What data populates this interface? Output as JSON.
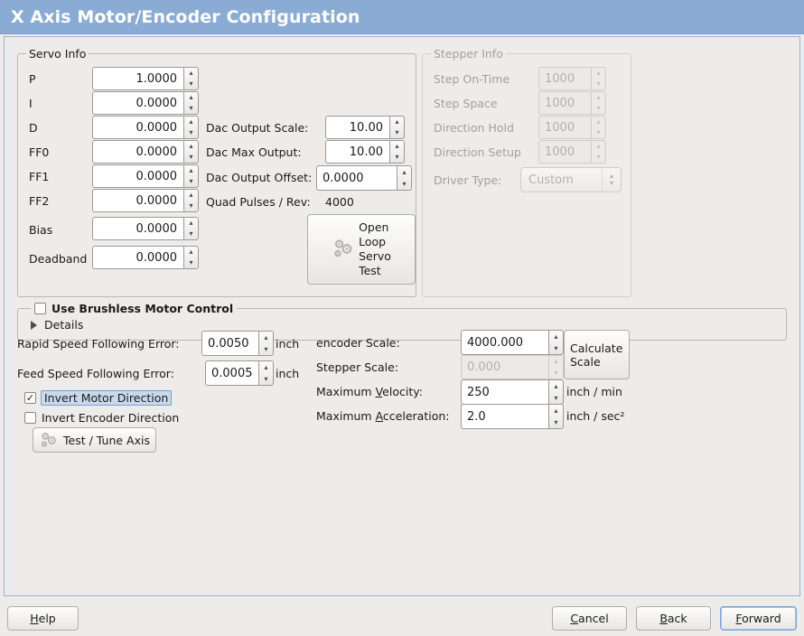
{
  "window": {
    "title": "X Axis Motor/Encoder Configuration",
    "title_bg": "#8aabd4",
    "body_bg": "#edecea",
    "frame_border": "#9ab4d4"
  },
  "servo_info": {
    "legend": "Servo Info",
    "rows": [
      {
        "label": "P",
        "value": "1.0000"
      },
      {
        "label": "I",
        "value": "0.0000"
      },
      {
        "label": "D",
        "value": "0.0000"
      },
      {
        "label": "FF0",
        "value": "0.0000"
      },
      {
        "label": "FF1",
        "value": "0.0000"
      },
      {
        "label": "FF2",
        "value": "0.0000"
      },
      {
        "label": "Bias",
        "value": "0.0000"
      },
      {
        "label": "Deadband",
        "value": "0.0000"
      }
    ],
    "dac": [
      {
        "label": "Dac Output Scale:",
        "value": "10.00"
      },
      {
        "label": "Dac Max Output:",
        "value": "10.00"
      },
      {
        "label": "Dac Output Offset:",
        "value": "0.0000"
      }
    ],
    "quad": {
      "label": "Quad Pulses / Rev:",
      "value": "4000"
    },
    "open_loop_button": {
      "lines": [
        "Open",
        "Loop",
        "Servo",
        "Test"
      ],
      "icon": "gears-icon"
    }
  },
  "stepper_info": {
    "legend": "Stepper Info",
    "disabled": true,
    "rows": [
      {
        "label": "Step On-Time",
        "value": "1000"
      },
      {
        "label": "Step Space",
        "value": "1000"
      },
      {
        "label": "Direction Hold",
        "value": "1000"
      },
      {
        "label": "Direction Setup",
        "value": "1000"
      }
    ],
    "driver_type": {
      "label": "Driver Type:",
      "value": "Custom"
    }
  },
  "brushless": {
    "checkbox_label": "Use Brushless Motor Control",
    "checked": false,
    "details_label": "Details",
    "expanded": false
  },
  "tuning": {
    "rapid_error": {
      "label": "Rapid Speed Following Error:",
      "value": "0.0050",
      "unit": "inch"
    },
    "feed_error": {
      "label": "Feed Speed Following Error:",
      "value": "0.0005",
      "unit": "inch"
    },
    "invert_motor": {
      "label": "Invert Motor Direction",
      "checked": true,
      "focused": true
    },
    "invert_encoder": {
      "label": "Invert Encoder Direction",
      "checked": false,
      "focused": false
    },
    "test_tune_button": {
      "label": "Test / Tune Axis",
      "icon": "gears-icon"
    }
  },
  "scales": {
    "encoder_scale": {
      "label": "encoder Scale:",
      "value": "4000.000",
      "disabled": false
    },
    "stepper_scale": {
      "label": "Stepper Scale:",
      "value": "0.000",
      "disabled": true
    },
    "max_velocity": {
      "label_pre": "Maximum ",
      "label_mn": "V",
      "label_post": "elocity:",
      "value": "250",
      "unit": "inch / min"
    },
    "max_accel": {
      "label_pre": "Maximum ",
      "label_mn": "A",
      "label_post": "cceleration:",
      "value": "2.0",
      "unit": "inch / sec²"
    },
    "calculate_button": {
      "lines": [
        "Calculate",
        "Scale"
      ]
    }
  },
  "footer": {
    "help": {
      "mn": "H",
      "rest": "elp"
    },
    "cancel": {
      "mn": "C",
      "rest": "ancel"
    },
    "back": {
      "mn": "B",
      "rest": "ack"
    },
    "forward": {
      "mn": "F",
      "rest": "orward",
      "focused": true
    }
  }
}
